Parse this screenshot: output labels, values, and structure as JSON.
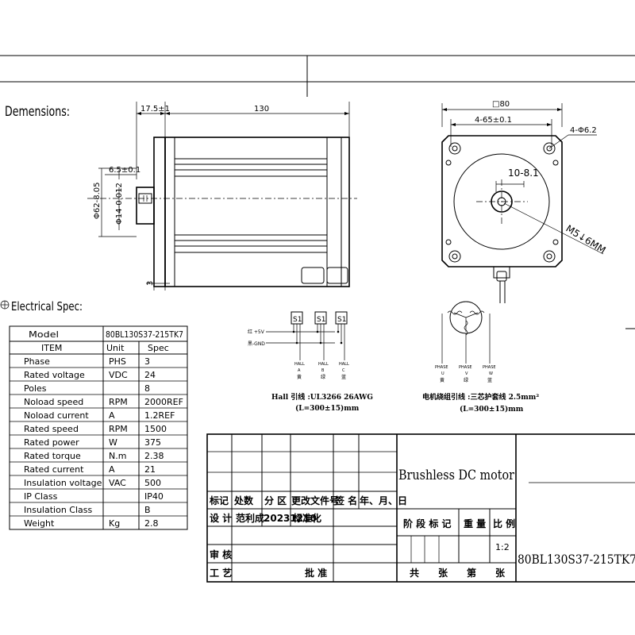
{
  "sections": {
    "dimensions_label": "Demensions:",
    "electrical_label": "Electrical Spec:"
  },
  "side_view": {
    "dim_flange": "17.5±1",
    "dim_length": "130",
    "dim_shaft": "6.5±0.1",
    "dim_boss": "Φ62-8.05",
    "dim_shaft_dia": "Φ14-0.012",
    "dim_bottom": "3"
  },
  "front_view": {
    "dim_square": "□80",
    "dim_pitch": "4-65±0.1",
    "dim_holes": "4-Φ6.2",
    "dim_key": "10-8.1",
    "dim_thread": "M5↓6MM"
  },
  "spec_table": {
    "model_label": "Model",
    "model_value": "80BL130S37-215TK7",
    "headers": [
      "ITEM",
      "Unit",
      "Spec"
    ],
    "rows": [
      [
        "Phase",
        "PHS",
        "3"
      ],
      [
        "Rated voltage",
        "VDC",
        "24"
      ],
      [
        "Poles",
        "",
        "8"
      ],
      [
        "Noload speed",
        "RPM",
        "2000REF"
      ],
      [
        "Noload current",
        "A",
        "1.2REF"
      ],
      [
        "Rated speed",
        "RPM",
        "1500"
      ],
      [
        "Rated power",
        "W",
        "375"
      ],
      [
        "Rated torque",
        "N.m",
        "2.38"
      ],
      [
        "Rated current",
        "A",
        "21"
      ],
      [
        "Insulation voltage",
        "VAC",
        "500"
      ],
      [
        "IP Class",
        "",
        "IP40"
      ],
      [
        "Insulation Class",
        "",
        "B"
      ],
      [
        "Weight",
        "Kg",
        "2.8"
      ]
    ]
  },
  "hall_wiring": {
    "sensor_labels": [
      "S1",
      "S1",
      "S1"
    ],
    "red_line": "红 +5V",
    "black_line": "黑-GND",
    "outputs": [
      {
        "name": "HALL",
        "letter": "A",
        "color": "黄"
      },
      {
        "name": "HALL",
        "letter": "B",
        "color": "绿"
      },
      {
        "name": "HALL",
        "letter": "C",
        "color": "蓝"
      }
    ],
    "caption": "Hall 引线 :UL3266 26AWG",
    "length": "(L=300±15)mm"
  },
  "motor_wiring": {
    "outputs": [
      {
        "name": "PHASE",
        "letter": "U",
        "color": "黄"
      },
      {
        "name": "PHASE",
        "letter": "V",
        "color": "绿"
      },
      {
        "name": "PHASE",
        "letter": "W",
        "color": "蓝"
      }
    ],
    "caption": "电机绕组引线 :三芯护套线 2.5mm²",
    "length": "(L=300±15)mm"
  },
  "title_block": {
    "title": "Brushless DC motor",
    "model": "80BL130S37-215TK7",
    "rev_headers": [
      "标记",
      "处数",
      "分 区",
      "更改文件号",
      "签 名",
      "年、月、日"
    ],
    "design_label": "设 计",
    "designer": "范利成",
    "design_date": "20231210",
    "standardize": "标准化",
    "stage_label": "阶 段 标 记",
    "weight_label": "重 量",
    "scale_label": "比 例",
    "scale": "1:2",
    "check_label": "审 核",
    "process_label": "工 艺",
    "approve_label": "批 准",
    "sheet_labels": [
      "共",
      "张",
      "第",
      "张"
    ]
  }
}
